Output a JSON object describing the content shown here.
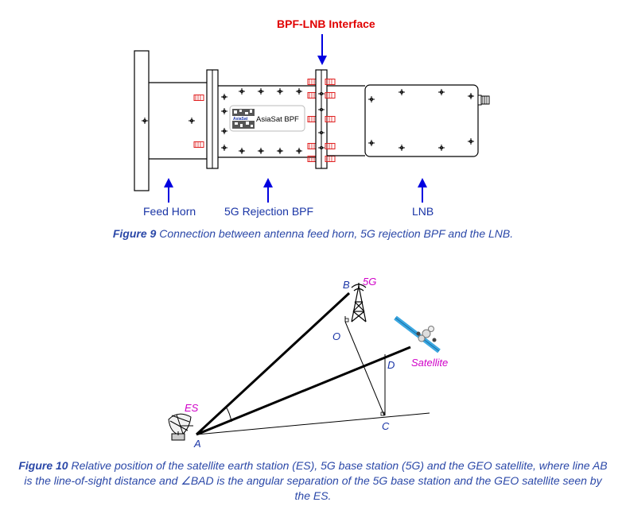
{
  "figure9": {
    "interface_label": "BPF-LNB Interface",
    "feed_horn_label": "Feed Horn",
    "bpf_label": "5G Rejection BPF",
    "lnb_label": "LNB",
    "filter_brand": "AsiaSat",
    "filter_text": "AsiaSat BPF",
    "caption_number": "Figure 9",
    "caption_text": " Connection between antenna feed horn, 5G rejection BPF and the LNB."
  },
  "figure10": {
    "label_B": "B",
    "label_5G": "5G",
    "label_O": "O",
    "label_D": "D",
    "label_satellite": "Satellite",
    "label_C": "C",
    "label_ES": "ES",
    "label_A": "A",
    "caption_number": "Figure 10",
    "caption_line1": " Relative position of the satellite earth station (ES), 5G base station (5G) and the GEO satellite, where line AB",
    "caption_line2": "is the line-of-sight distance and ∠BAD is the angular separation of the 5G base station and the GEO satellite seen by",
    "caption_line3": "the ES."
  },
  "colors": {
    "arrow_blue": "#0000e0",
    "label_blue": "#1a35a6",
    "caption_blue": "#2b48a8",
    "accent_red": "#e00000",
    "magenta": "#d000c8",
    "screw_red": "#e02020"
  }
}
